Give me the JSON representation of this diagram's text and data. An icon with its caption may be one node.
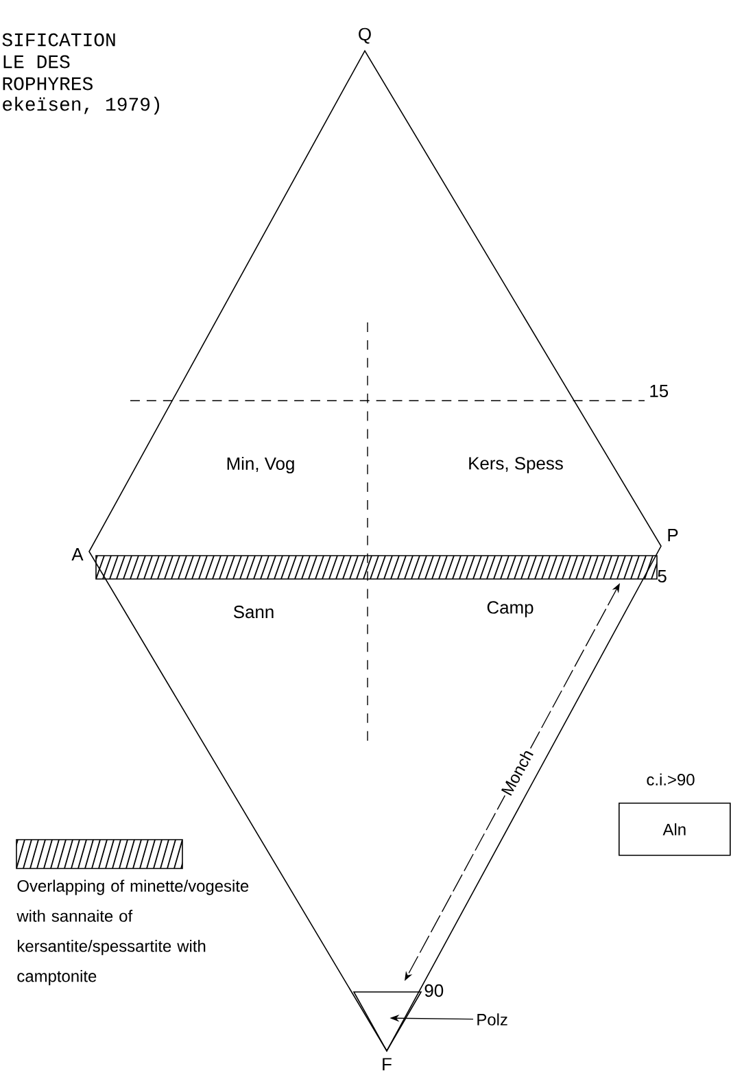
{
  "diagram": {
    "nodes": [
      {
        "text": [
          "Aln"
        ],
        "beside": [
          "c.i.>90"
        ]
      },
      {
        "text": [
          "Polz"
        ]
      },
      {
        "text": [],
        "shape": "triangle"
      }
    ],
    "edges": [
      {
        "from": 1,
        "to": 2,
        "arrow": "to"
      }
    ],
    "labels": [
      "SIFICATION",
      "LE DES",
      "ROPHYRES",
      "ekeïsen, 1979)",
      "Q",
      "15",
      "Min, Vog",
      "Kers, Spess",
      "A",
      "P",
      "5",
      "Sann",
      "Camp",
      "Monch",
      "90",
      "F"
    ],
    "legend": [
      {
        "text": "Overlapping of minette/vogesite with sannaite of kersantite/spessartite with camptonite"
      }
    ]
  }
}
